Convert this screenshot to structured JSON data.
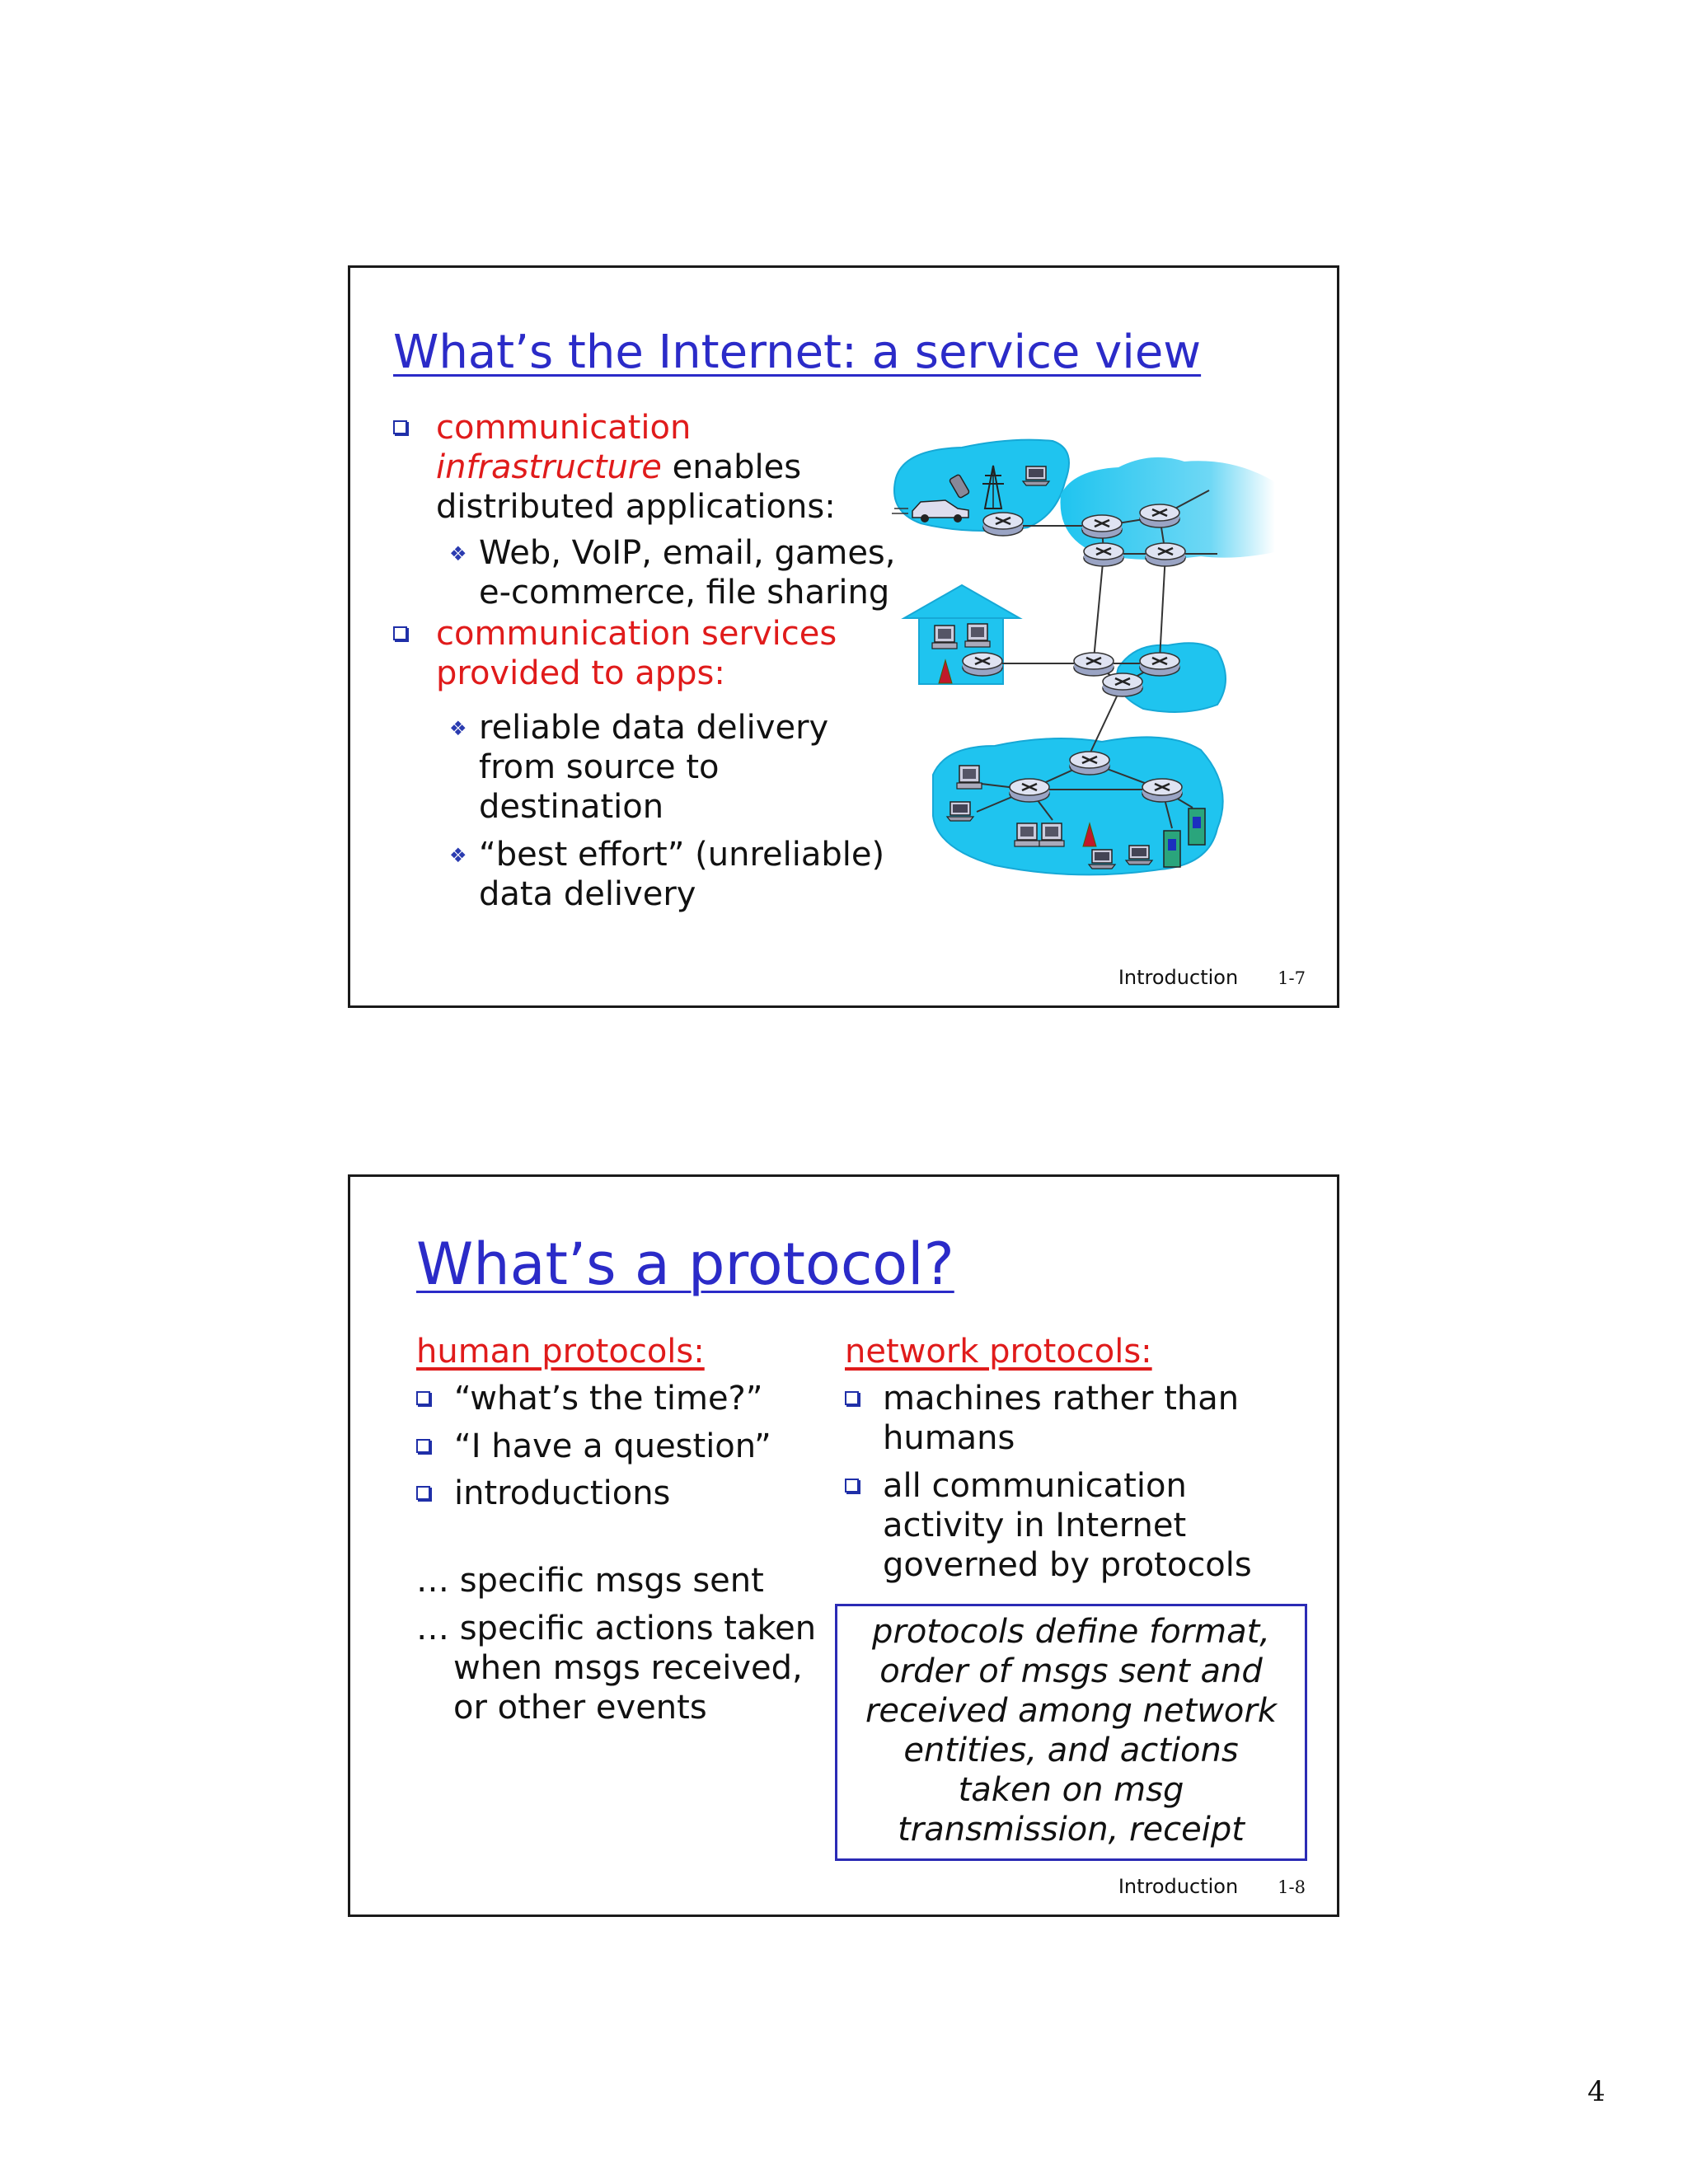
{
  "slide1": {
    "title": "What’s the Internet: a service view",
    "bullet1": {
      "line1": "communication",
      "line2_italic": "infrastructure",
      "line2_rest": " enables",
      "line3": "distributed applications:"
    },
    "sub1": {
      "line1": "Web, VoIP, email, games,",
      "line2": "e-commerce, file sharing"
    },
    "bullet2": {
      "line1": "communication services",
      "line2": "provided to apps:"
    },
    "sub2": {
      "line1": "reliable data delivery",
      "line2": "from source to",
      "line3": "destination"
    },
    "sub3": {
      "line1": "“best effort” (unreliable)",
      "line2": "data delivery"
    },
    "footer": {
      "label": "Introduction",
      "num": "1-7"
    }
  },
  "slide2": {
    "title": "What’s a protocol?",
    "human": {
      "heading": "human protocols:",
      "items": [
        "“what’s the time?”",
        "“I have a question”",
        "introductions"
      ],
      "note1": "… specific msgs sent",
      "note2": {
        "line1": "… specific actions taken",
        "line2": "when msgs received,",
        "line3": "or other events"
      }
    },
    "network": {
      "heading": "network protocols:",
      "item1": {
        "line1": "machines rather than",
        "line2": "humans"
      },
      "item2": {
        "line1": "all communication",
        "line2": "activity in Internet",
        "line3": "governed by protocols"
      }
    },
    "definition": {
      "lines": [
        "protocols define format,",
        "order of msgs sent and",
        "received among network",
        "entities, and actions",
        "taken on msg",
        "transmission, receipt"
      ]
    },
    "footer": {
      "label": "Introduction",
      "num": "1-8"
    }
  },
  "page_number": "4",
  "colors": {
    "title_blue": "#2b2bc8",
    "accent_red": "#e01b1b",
    "network_cyan": "#1fc4ef",
    "bullet_blue": "#1f2fa8"
  }
}
